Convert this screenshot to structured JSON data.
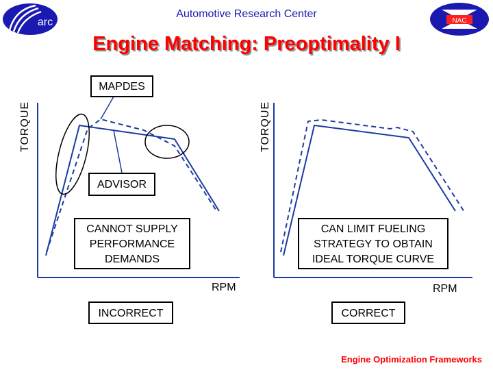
{
  "header": {
    "org": "Automotive Research Center",
    "title": "Engine Matching: Preoptimality I",
    "footer": "Engine Optimization Frameworks"
  },
  "logos": {
    "left_text": "arc",
    "right_text": "NAC"
  },
  "left_panel": {
    "y_axis": "TORQUE",
    "x_axis": "RPM",
    "callout_top": "MAPDES",
    "callout_mid": "ADVISOR",
    "note_lines": [
      "CANNOT SUPPLY",
      "PERFORMANCE",
      "DEMANDS"
    ],
    "verdict": "INCORRECT"
  },
  "right_panel": {
    "y_axis": "TORQUE",
    "x_axis": "RPM",
    "note_lines": [
      "CAN LIMIT FUELING",
      "STRATEGY TO OBTAIN",
      "IDEAL TORQUE CURVE"
    ],
    "verdict": "CORRECT"
  },
  "colors": {
    "blue": "#1a1ab0",
    "red": "#ff0000",
    "curve": "#1a3aa0"
  }
}
